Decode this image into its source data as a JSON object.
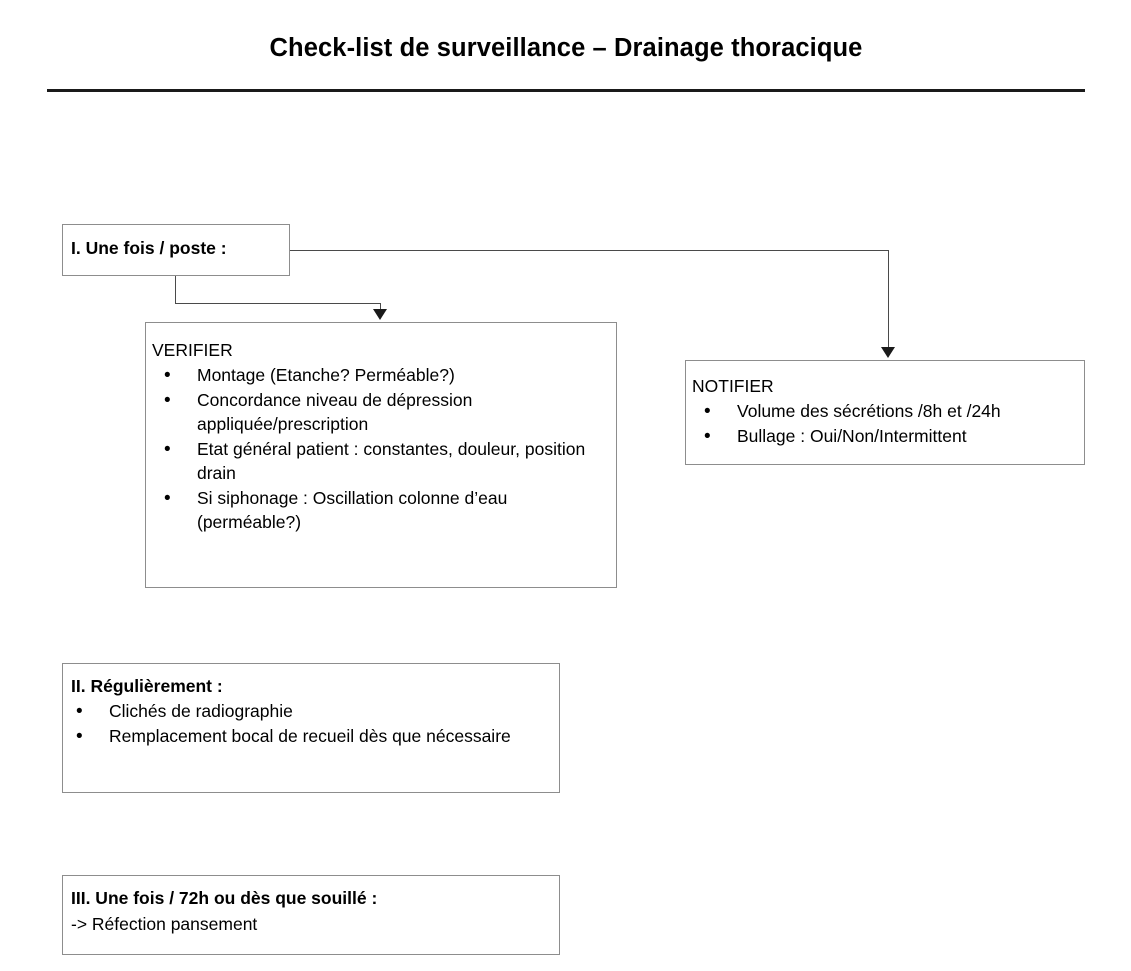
{
  "document": {
    "title": "Check-list de surveillance – Drainage thoracique"
  },
  "flow": {
    "step_one": {
      "heading": "I. Une fois / poste :"
    },
    "verifier": {
      "heading": "VERIFIER",
      "bullets": [
        "Montage (Etanche? Perméable?)",
        "Concordance niveau de dépression appliquée/prescription",
        "Etat général patient : constantes, douleur, position drain",
        "Si siphonage : Oscillation colonne d’eau (perméable?)"
      ]
    },
    "notifier": {
      "heading": "NOTIFIER",
      "bullets": [
        "Volume des sécrétions /8h et /24h",
        "Bullage : Oui/Non/Intermittent"
      ]
    }
  },
  "step_two": {
    "heading": "II. Régulièrement :",
    "bullets": [
      "Clichés de radiographie",
      "Remplacement bocal de recueil dès que nécessaire"
    ]
  },
  "step_three": {
    "heading": "III. Une fois / 72h ou dès que souillé :",
    "action": "-> Réfection pansement"
  },
  "style": {
    "ink": "#000000",
    "rule": "#1a1a1a",
    "box_border": "#8d8d8d",
    "connector": "#4a4a4a"
  }
}
